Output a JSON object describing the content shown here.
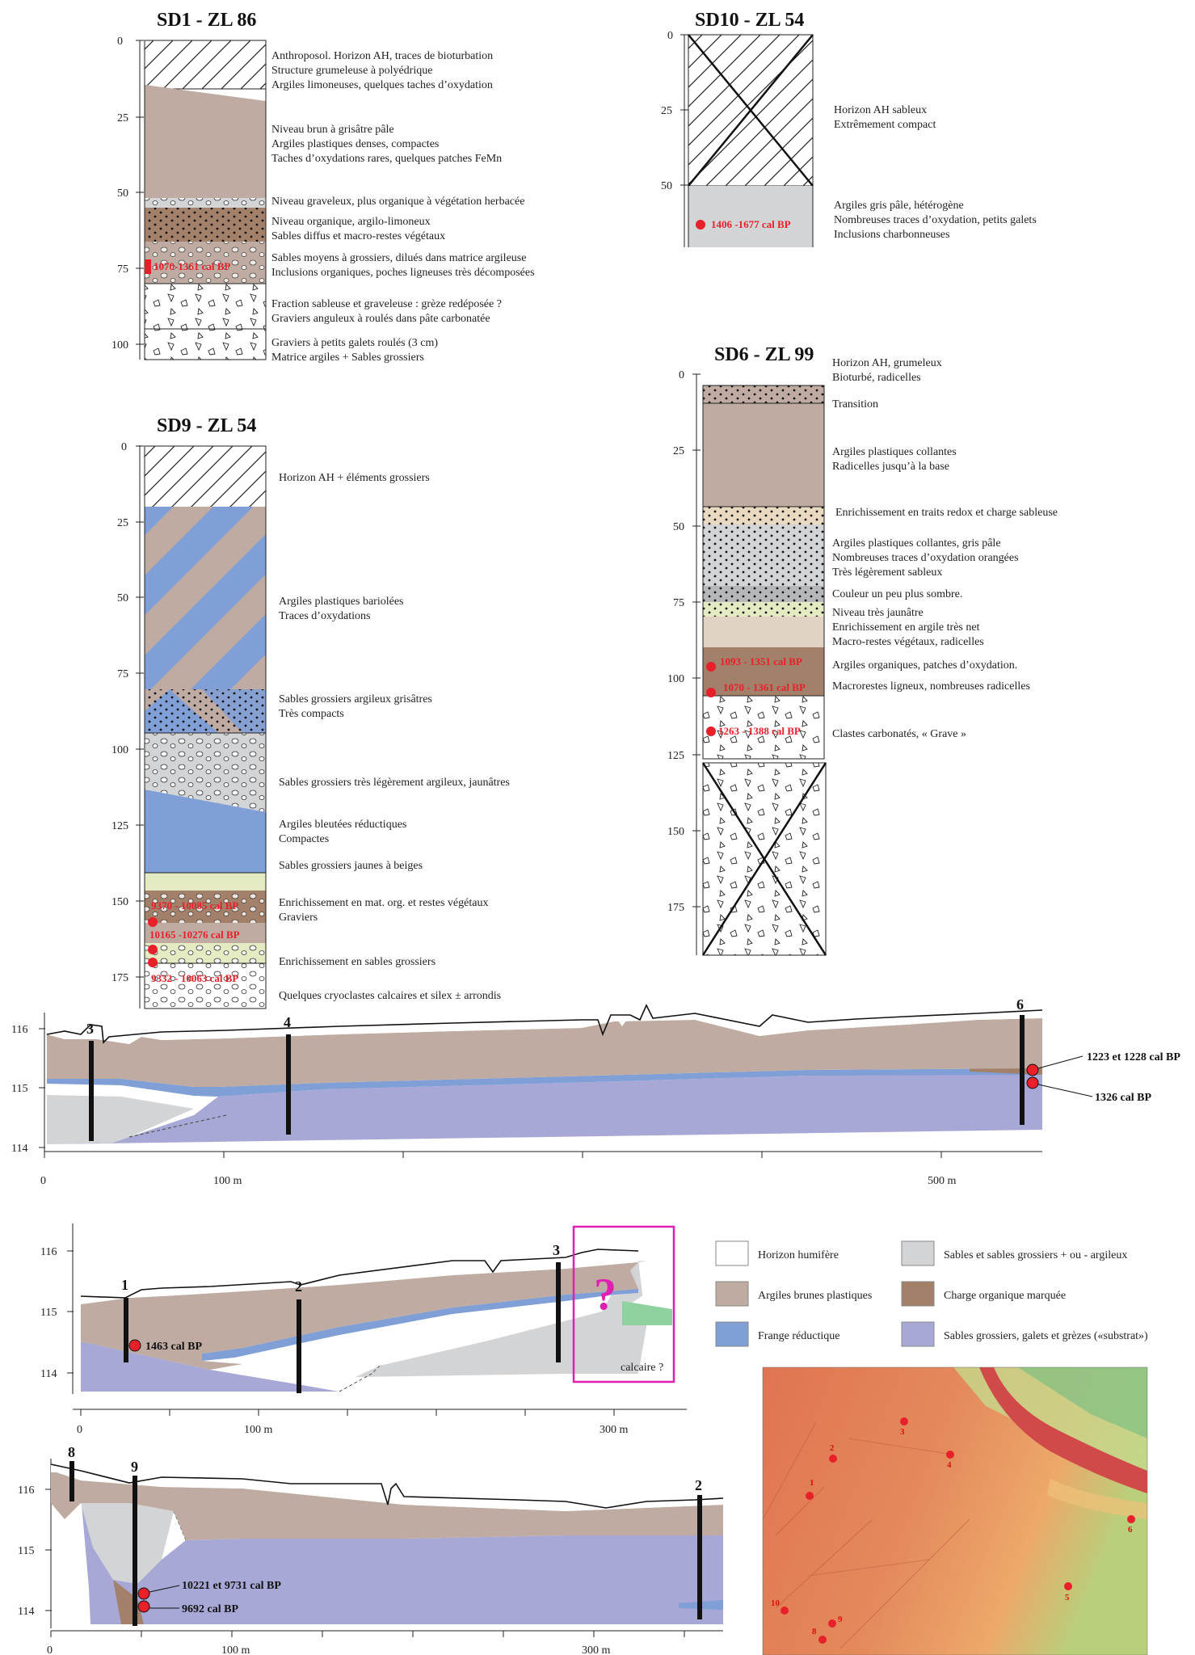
{
  "sd1": {
    "title": "SD1 - ZL 86",
    "ticks": [
      "0",
      "25",
      "50",
      "75",
      "100"
    ],
    "desc": [
      "Anthroposol. Horizon AH, traces de bioturbation",
      "Structure grumeleuse à polyédrique",
      "Argiles limoneuses, quelques taches d’oxydation",
      "Niveau brun à grisâtre pâle",
      "Argiles plastiques denses, compactes",
      "Taches d’oxydations rares, quelques patches FeMn",
      "Niveau graveleux, plus organique à végétation herbacée",
      "Niveau organique, argilo-limoneux",
      "Sables diffus et macro-restes végétaux",
      "Sables moyens à grossiers, dilués dans matrice argileuse",
      "Inclusions organiques, poches ligneuses très décomposées",
      "Fraction sableuse et graveleuse : grèze redéposée ?",
      "Graviers anguleux à roulés dans pâte carbonatée",
      "Graviers à petits galets roulés (3 cm)",
      "Matrice argiles + Sables grossiers"
    ],
    "dates": [
      "1070-1361 cal BP"
    ]
  },
  "sd10": {
    "title": "SD10 - ZL 54",
    "ticks": [
      "0",
      "25",
      "50"
    ],
    "desc": [
      "Horizon AH sableux",
      "Extrêmement compact",
      "Argiles gris pâle, hétérogène",
      "Nombreuses traces d’oxydation, petits galets",
      "Inclusions charbonneuses"
    ],
    "dates": [
      "1406 -1677 cal BP"
    ]
  },
  "sd9": {
    "title": "SD9 - ZL 54",
    "ticks": [
      "0",
      "25",
      "50",
      "75",
      "100",
      "125",
      "150",
      "175"
    ],
    "desc": [
      "Horizon AH + éléments grossiers",
      "Argiles plastiques bariolées",
      "Traces d’oxydations",
      "Sables grossiers argileux grisâtres",
      "Très compacts",
      "Sables grossiers très légèrement argileux, jaunâtres",
      "Argiles bleutées réductiques",
      "Compactes",
      "Sables grossiers jaunes à beiges",
      "Enrichissement en mat. org. et restes végétaux",
      "Graviers",
      "Enrichissement en sables grossiers",
      "Quelques cryoclastes calcaires et silex ± arrondis"
    ],
    "dates": [
      "9370 - 10085 cal BP",
      "10165 -10276 cal BP",
      "9332 - 10063 cal BP"
    ]
  },
  "sd6": {
    "title": "SD6 - ZL 99",
    "ticks": [
      "0",
      "25",
      "50",
      "75",
      "100",
      "125",
      "150",
      "175"
    ],
    "desc": [
      "Horizon AH, grumeleux",
      "Bioturbé, radicelles",
      "Transition",
      "Argiles plastiques collantes",
      "Radicelles jusqu’à la base",
      "Enrichissement en traits redox et charge sableuse",
      "Argiles plastiques collantes, gris pâle",
      "Nombreuses traces d’oxydation orangées",
      "Très légèrement sableux",
      "Couleur un peu plus sombre.",
      "Niveau très jaunâtre",
      "Enrichissement en argile très net",
      "Macro-restes végétaux, radicelles",
      "Argiles organiques, patches d’oxydation.",
      "Macrorestes ligneux, nombreuses radicelles",
      "Clastes carbonatés, « Grave »"
    ],
    "dates": [
      "1093 - 1351 cal BP",
      "1070 - 1361 cal BP",
      "1263 - 1388 cal BP"
    ]
  },
  "transect1": {
    "yticks": [
      "116",
      "115",
      "114"
    ],
    "xticks": [
      "0",
      "100 m",
      "500 m"
    ],
    "cores": [
      "3",
      "4",
      "6"
    ],
    "dates": [
      "1223 et 1228 cal BP",
      "1326 cal BP"
    ]
  },
  "transect2": {
    "yticks": [
      "116",
      "115",
      "114"
    ],
    "xticks": [
      "0",
      "100 m",
      "300 m"
    ],
    "cores": [
      "1",
      "2",
      "3"
    ],
    "dates": [
      "1463 cal BP"
    ],
    "question": "?",
    "calcaire": "calcaire ?"
  },
  "transect3": {
    "yticks": [
      "116",
      "115",
      "114"
    ],
    "xticks": [
      "0",
      "100 m",
      "300 m"
    ],
    "cores": [
      "8",
      "9",
      "2"
    ],
    "dates": [
      "10221 et 9731 cal BP",
      "9692 cal BP"
    ]
  },
  "legend": [
    {
      "label": "Horizon humifère",
      "color": "#ffffff"
    },
    {
      "label": "Sables et sables grossiers + ou - argileux",
      "color": "#d3d4d6"
    },
    {
      "label": "Argiles brunes plastiques",
      "color": "#bfaba1"
    },
    {
      "label": "Charge organique marquée",
      "color": "#a3806a"
    },
    {
      "label": "Frange réductique",
      "color": "#7f9fd6"
    },
    {
      "label": "Sables grossiers, galets et grèzes («substrat»)",
      "color": "#a8a8d6"
    }
  ],
  "map": {
    "labels": [
      "1",
      "2",
      "3",
      "4",
      "5",
      "6",
      "8",
      "9",
      "10"
    ]
  }
}
